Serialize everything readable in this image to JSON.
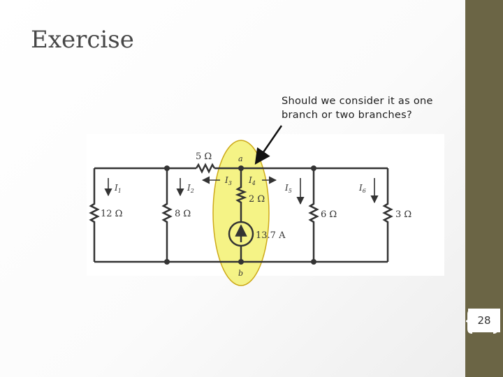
{
  "slide": {
    "title": "Exercise",
    "callout_line1": "Should we consider it as one",
    "callout_line2": "branch or two branches?",
    "page_number": "28"
  },
  "circuit": {
    "resistor_top": "5 Ω",
    "resistor_r1": "12 Ω",
    "resistor_r2": "8 Ω",
    "resistor_middle": "2 Ω",
    "resistor_r5": "6 Ω",
    "resistor_r6": "3 Ω",
    "source_value": "13.7 A",
    "node_a": "a",
    "node_b": "b",
    "currents": {
      "i1": "I",
      "i1_sub": "1",
      "i2": "I",
      "i2_sub": "2",
      "i3": "I",
      "i3_sub": "3",
      "i4": "I",
      "i4_sub": "4",
      "i5": "I",
      "i5_sub": "5",
      "i6": "I",
      "i6_sub": "6"
    }
  },
  "colors": {
    "highlight_fill": "#f4f27a",
    "highlight_stroke": "#c8a000",
    "wire": "#333333",
    "right_bar": "#6b6545"
  }
}
